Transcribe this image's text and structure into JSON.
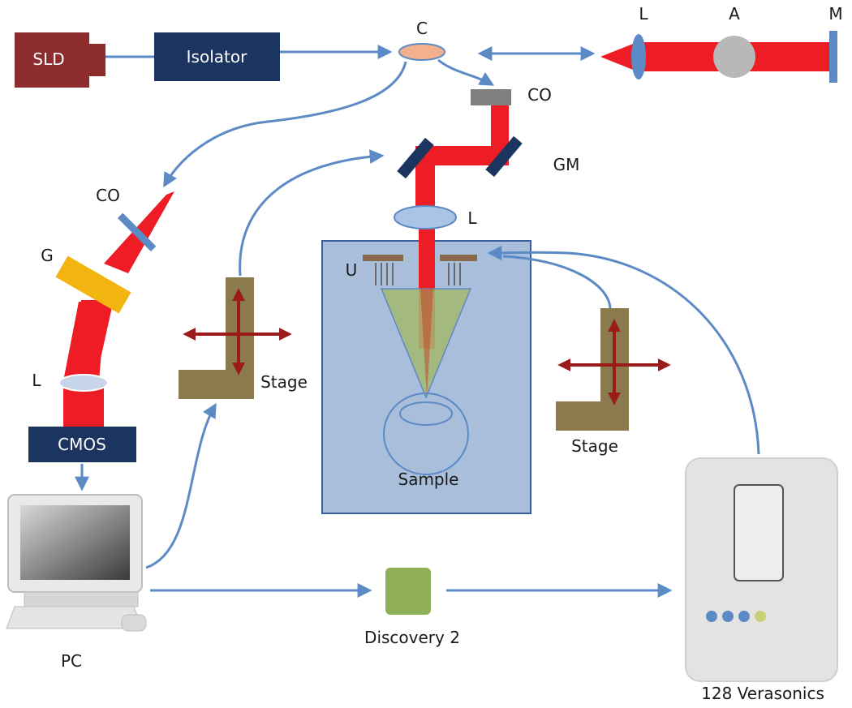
{
  "labels": {
    "sld": "SLD",
    "isolator": "Isolator",
    "coupler": "C",
    "ref_lens": "L",
    "attenuator": "A",
    "mirror": "M",
    "collimator_top": "CO",
    "galvo": "GM",
    "objective_lens": "L",
    "transducer": "U",
    "collimator_left": "CO",
    "grating": "G",
    "spectrometer_lens": "L",
    "cmos": "CMOS",
    "stage_left": "Stage",
    "stage_right": "Stage",
    "sample": "Sample",
    "pc": "PC",
    "daq": "Discovery 2",
    "verasonics": "128 Verasonics"
  },
  "colors": {
    "beam": "#ee1c24",
    "box_dark": "#1b3560",
    "sld": "#8e2d2e",
    "fiber": "#5b8ac4",
    "stage": "#8a7a4e",
    "arrow": "#9b1b1b",
    "tank": "#a9bedb",
    "cone": "#a3b96f",
    "daq": "#8fb054",
    "grating": "#f2b40f"
  }
}
